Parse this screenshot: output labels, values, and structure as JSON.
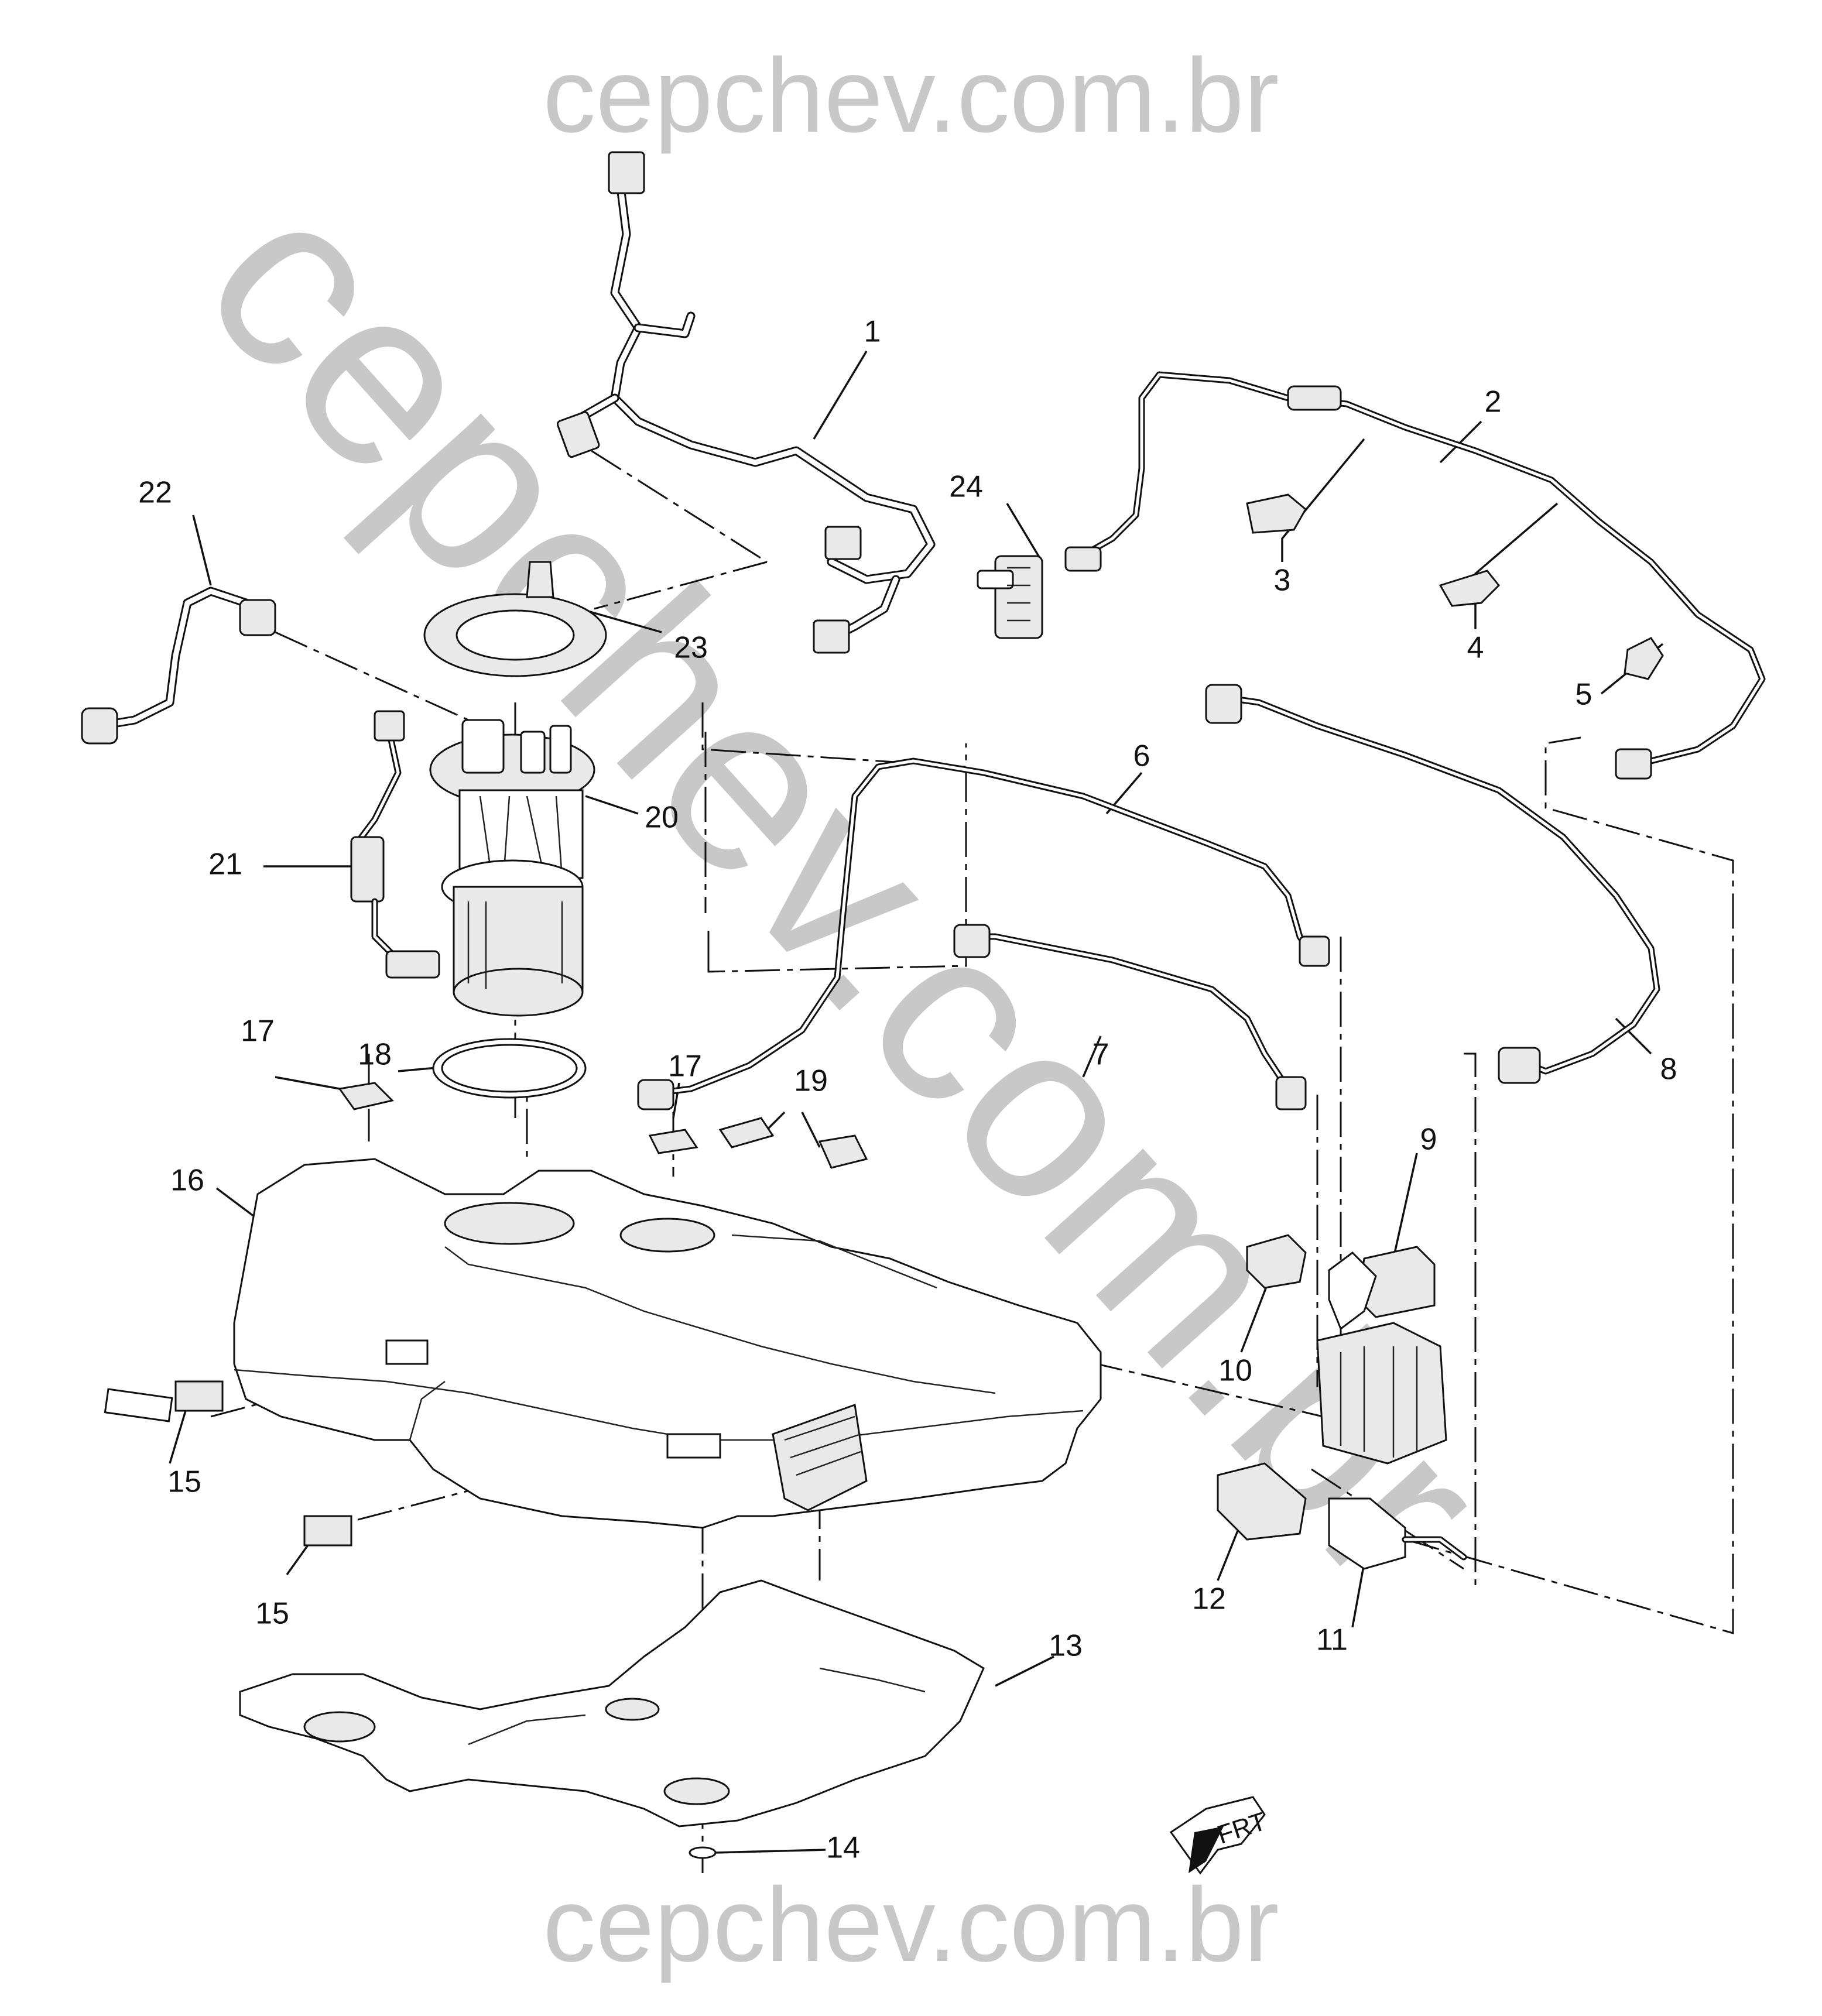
{
  "watermark": {
    "top": "cepchev.com.br",
    "diagonal": "cepchev.com.br",
    "bottom": "cepchev.com.br",
    "color": "#c8c8c8"
  },
  "callouts": [
    "1",
    "2",
    "3",
    "4",
    "5",
    "6",
    "7",
    "8",
    "9",
    "10",
    "11",
    "12",
    "13",
    "14",
    "15",
    "15",
    "16",
    "17",
    "17",
    "18",
    "19",
    "20",
    "21",
    "22",
    "23",
    "24"
  ],
  "front_indicator": {
    "label": "FRT",
    "icon": "front-arrow-icon"
  }
}
